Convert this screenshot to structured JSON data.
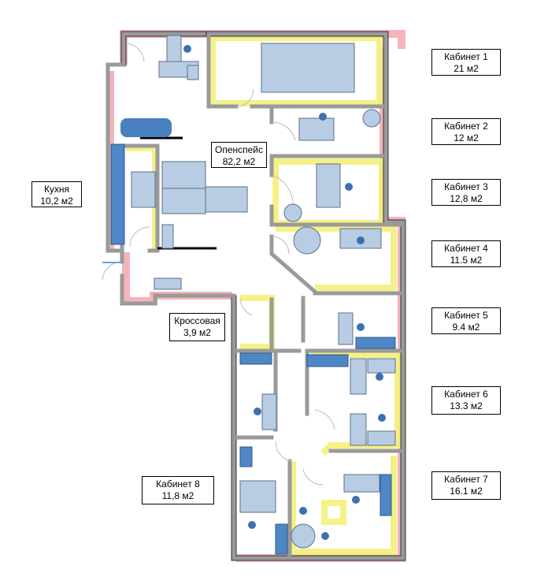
{
  "rooms": [
    {
      "name": "Кабинет 1",
      "area": "21 м2"
    },
    {
      "name": "Кабинет 2",
      "area": "12 м2"
    },
    {
      "name": "Кабинет 3",
      "area": "12,8 м2"
    },
    {
      "name": "Кабинет 4",
      "area": "11.5 м2"
    },
    {
      "name": "Кабинет 5",
      "area": "9.4 м2"
    },
    {
      "name": "Кабинет 6",
      "area": "13.3 м2"
    },
    {
      "name": "Кабинет 7",
      "area": "16.1 м2"
    },
    {
      "name": "Кабинет 8",
      "area": "11,8 м2"
    },
    {
      "name": "Кухня",
      "area": "10,2 м2"
    },
    {
      "name": "Опенспейс",
      "area": "82,2 м2"
    },
    {
      "name": "Кроссовая",
      "area": "3,9 м2"
    }
  ],
  "colors": {
    "wall": "#9a9a9a",
    "furniture": "#b8cce4",
    "accent": "#4f86c6",
    "exterior_glow": "#f2a0aa",
    "interior_glow": "#f4f07a"
  }
}
